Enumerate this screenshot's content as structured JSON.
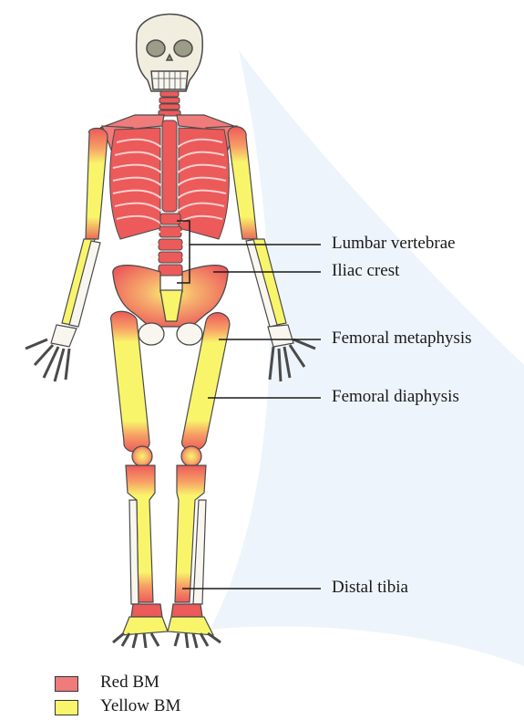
{
  "colors": {
    "red_bm": "#f07b7b",
    "red_bm_deep": "#e84c4c",
    "yellow_bm": "#f9f56b",
    "bone_outline": "#4a4a4a",
    "bone_white": "#f8f6ef",
    "skull_fill": "#f1eee0",
    "watermark": "#eef4fb",
    "leader_line": "#1a1a1a"
  },
  "annotations": {
    "lumbar_vertebrae": "Lumbar vertebrae",
    "iliac_crest": "Iliac crest",
    "femoral_metaphysis": "Femoral metaphysis",
    "femoral_diaphysis": "Femoral diaphysis",
    "distal_tibia": "Distal tibia"
  },
  "legend": {
    "red": {
      "label": "Red BM",
      "color": "#f07b7b"
    },
    "yellow": {
      "label": "Yellow BM",
      "color": "#f9f56b"
    }
  }
}
